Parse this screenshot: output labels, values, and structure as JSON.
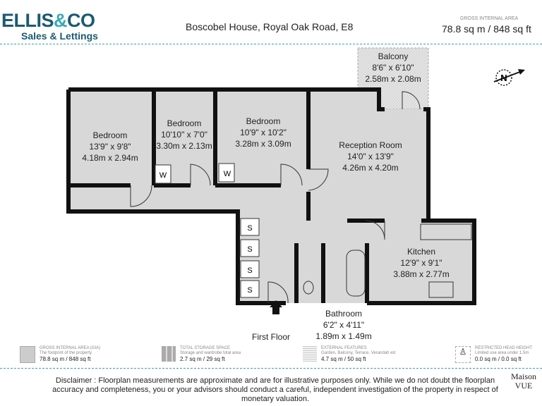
{
  "brand": {
    "name_a": "ELLIS",
    "amp": "&",
    "name_b": "CO",
    "tagline": "Sales & Lettings"
  },
  "address": "Boscobel House, Royal Oak Road, E8",
  "gia": {
    "label": "GROSS INTERNAL AREA",
    "value": "78.8 sq m / 848 sq ft"
  },
  "rooms": [
    {
      "name": "Bedroom",
      "imperial": "13'9\" x 9'8\"",
      "metric": "4.18m x 2.94m"
    },
    {
      "name": "Bedroom",
      "imperial": "10'10\" x 7'0\"",
      "metric": "3.30m x 2.13m"
    },
    {
      "name": "Bedroom",
      "imperial": "10'9\" x 10'2\"",
      "metric": "3.28m x 3.09m"
    },
    {
      "name": "Reception Room",
      "imperial": "14'0\" x 13'9\"",
      "metric": "4.26m x 4.20m"
    },
    {
      "name": "Balcony",
      "imperial": "8'6\" x 6'10\"",
      "metric": "2.58m x 2.08m"
    },
    {
      "name": "Kitchen",
      "imperial": "12'9\" x 9'1\"",
      "metric": "3.88m x 2.77m"
    },
    {
      "name": "Bathroom",
      "imperial": "6'2\" x 4'11\"",
      "metric": "1.89m x 1.49m"
    }
  ],
  "wardrobe": "W",
  "storage": "S",
  "compass": "N",
  "floor_label": "First Floor",
  "legend": [
    {
      "title": "GROSS INTERNAL AREA (GIA)",
      "desc": "The footprint of the property",
      "value": "78.8 sq m / 848 sq ft"
    },
    {
      "title": "TOTAL STORAGE SPACE",
      "desc": "Storage and wardrobe total area",
      "value": "2.7 sq m / 29 sq ft"
    },
    {
      "title": "EXTERNAL FEATURES",
      "desc": "Garden, Balcony, Terrace, Verandah etc",
      "value": "4.7 sq m / 50 sq ft"
    },
    {
      "title": "RESTRICTED HEAD HEIGHT",
      "desc": "Limited use area under 1.5m",
      "value": "0.0 sq m / 0.0 sq ft"
    }
  ],
  "disclaimer": "Disclaimer : Floorplan measurements are approximate and are for illustrative purposes only. While we do not doubt the floorplan accuracy and completeness, you or your advisors should conduct a careful, independent investigation of the property in respect of monetary valuation.",
  "maker": {
    "line1": "Maison",
    "line2": "VUE"
  }
}
